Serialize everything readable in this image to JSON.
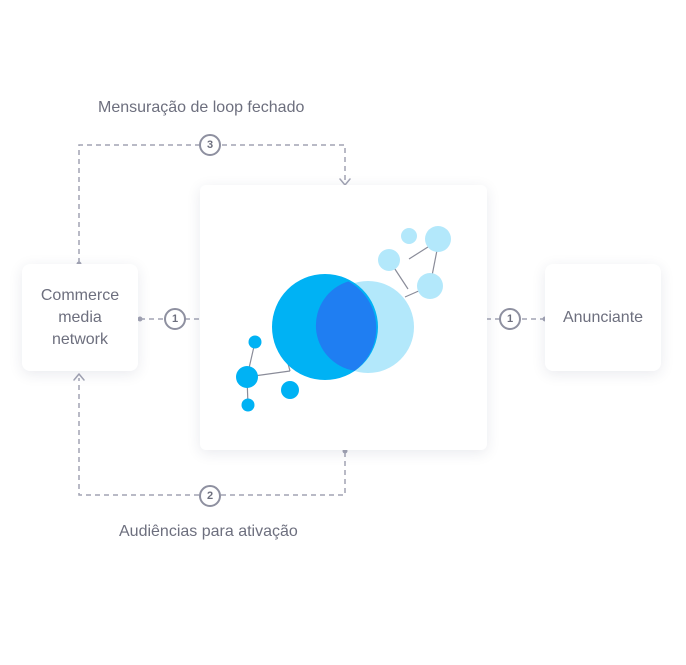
{
  "labels": {
    "top": "Mensuração de loop fechado",
    "bottom": "Audiências para ativação"
  },
  "nodes": {
    "commerce": "Commerce media network",
    "advertiser": "Anunciante"
  },
  "steps": {
    "left_input": "1",
    "right_input": "1",
    "top_loop": "3",
    "bottom_loop": "2"
  },
  "colors": {
    "connector": "#a2a4b4",
    "circle_primary": "#00b2f4",
    "circle_secondary": "#b3e8fb",
    "circle_overlap": "#1f7ef2",
    "node_line": "#8a8c99"
  }
}
